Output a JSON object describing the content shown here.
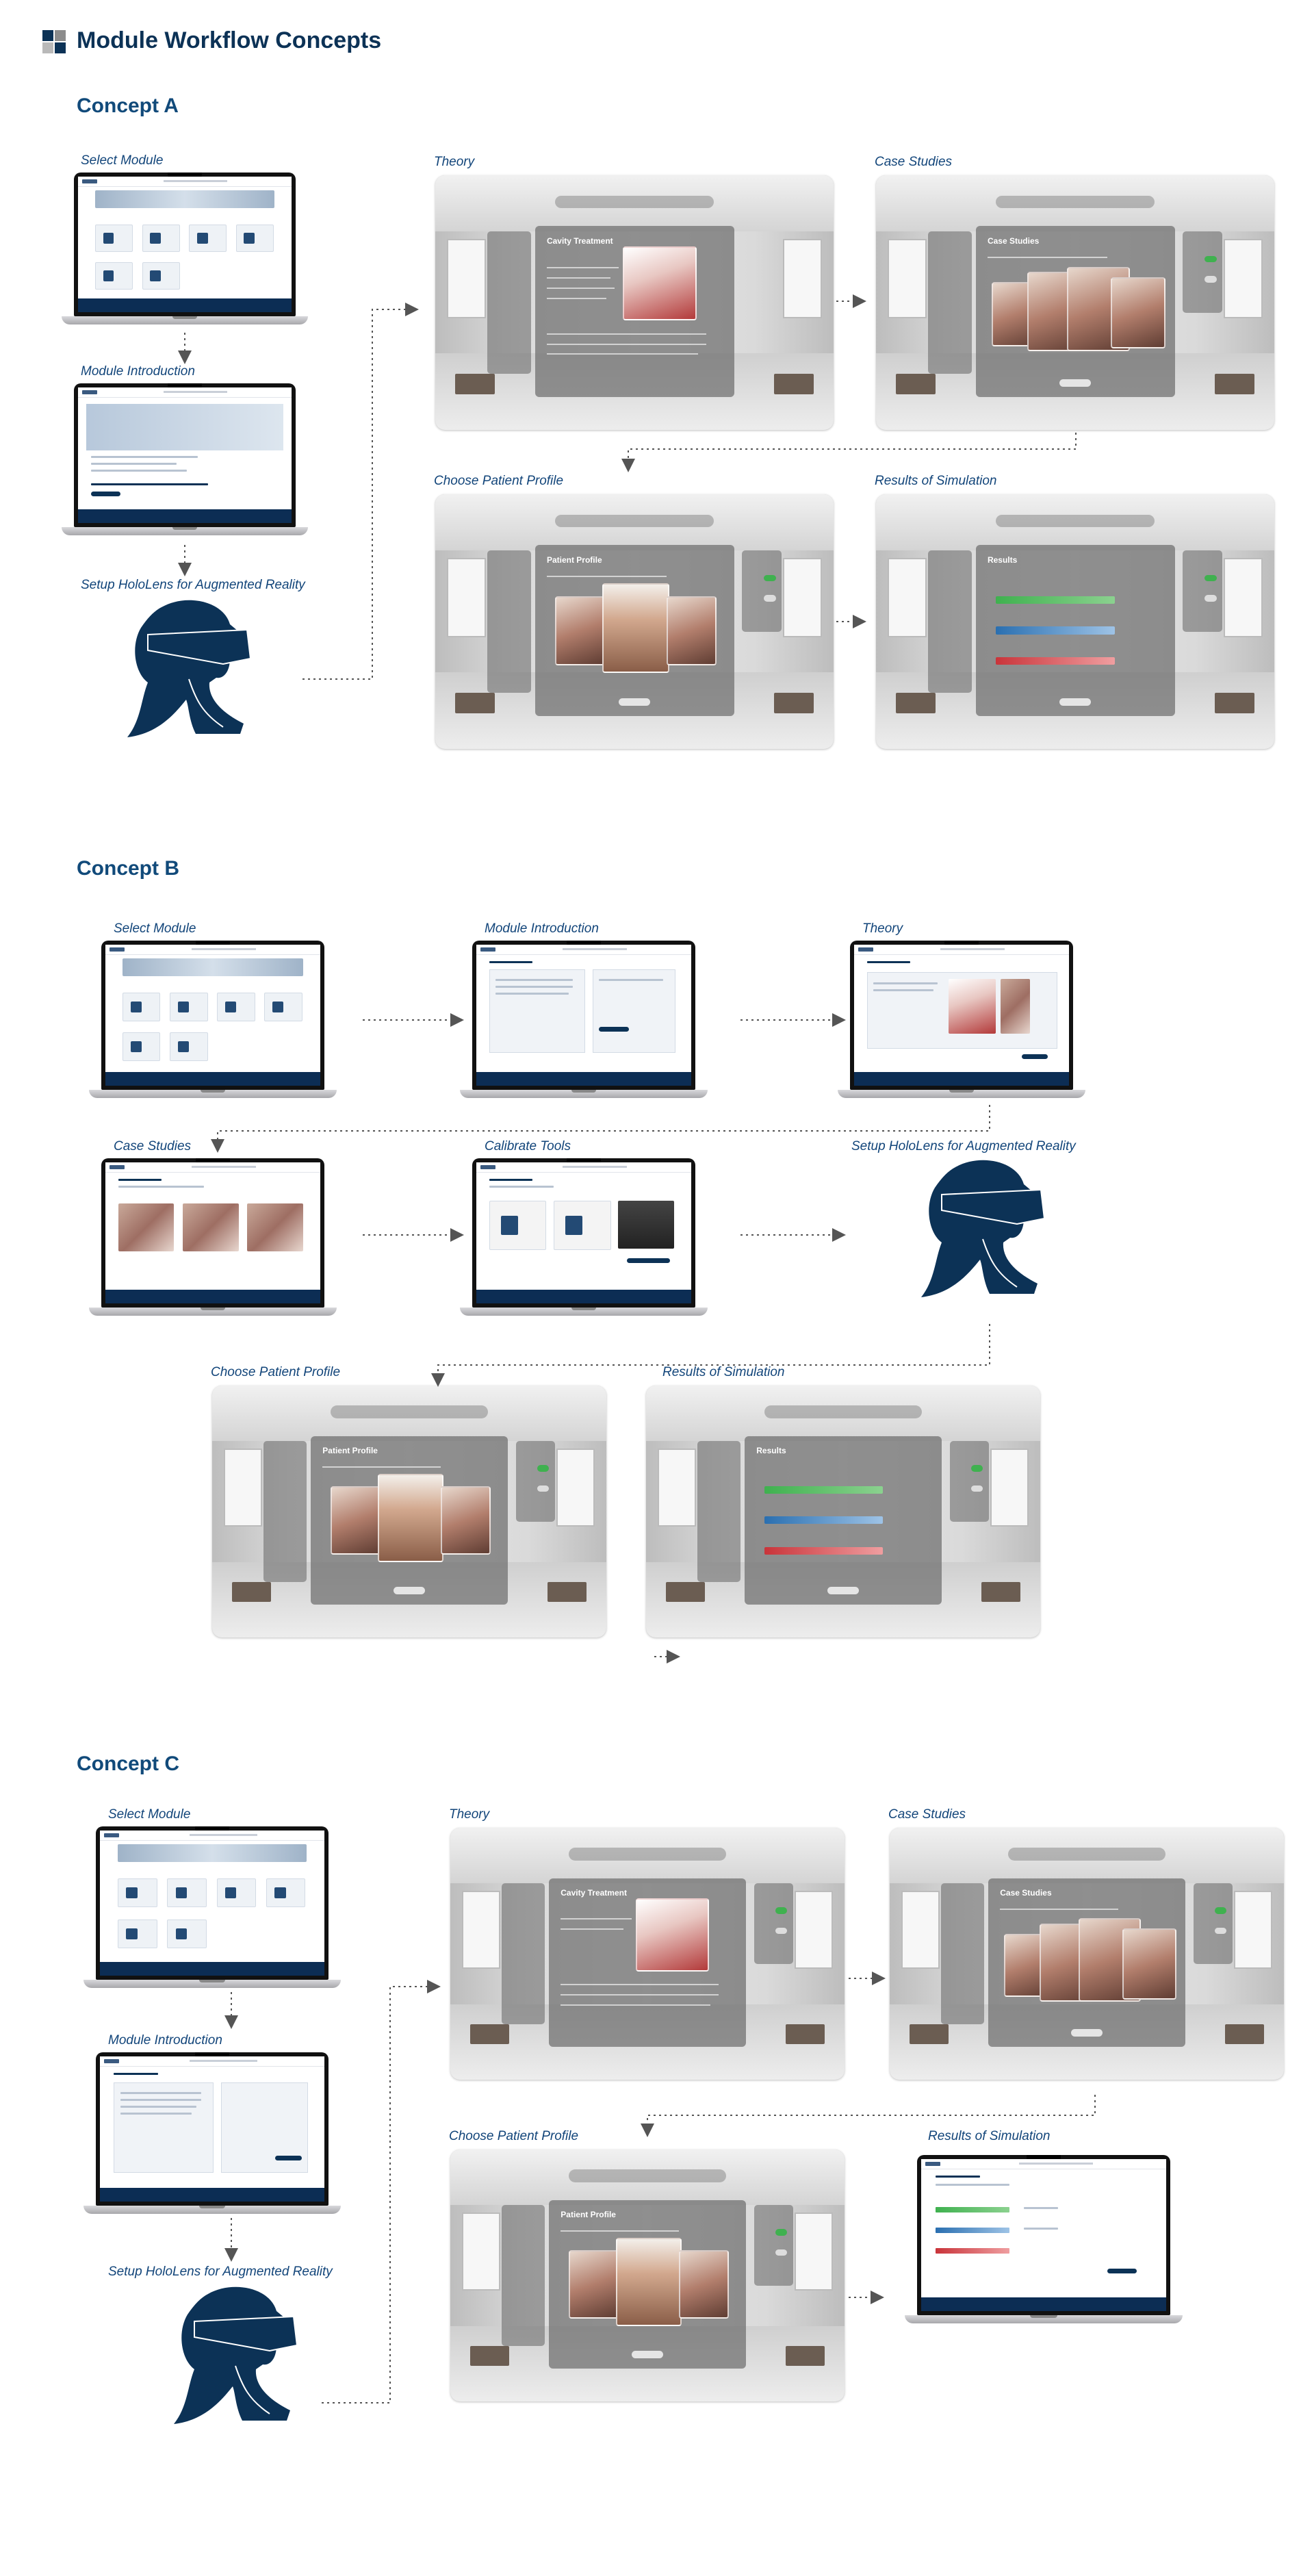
{
  "page": {
    "title": "Module Workflow Concepts"
  },
  "brand": {
    "primary": "#0c3256",
    "accent": "#12457a",
    "logo_colors": [
      "#0c3256",
      "#8c8c8c",
      "#0c3256",
      "#b9b9b9"
    ]
  },
  "concepts": [
    {
      "title": "Concept A",
      "steps": {
        "select_module": "Select Module",
        "module_introduction": "Module Introduction",
        "setup_hololens": "Setup HoloLens for Augmented Reality",
        "theory": "Theory",
        "case_studies": "Case Studies",
        "choose_patient_profile": "Choose Patient Profile",
        "results_of_simulation": "Results of Simulation"
      }
    },
    {
      "title": "Concept B",
      "steps": {
        "select_module": "Select Module",
        "module_introduction": "Module Introduction",
        "theory": "Theory",
        "case_studies": "Case Studies",
        "calibrate_tools": "Calibrate Tools",
        "setup_hololens": "Setup HoloLens for Augmented Reality",
        "choose_patient_profile": "Choose Patient Profile",
        "results_of_simulation": "Results of Simulation"
      }
    },
    {
      "title": "Concept C",
      "steps": {
        "select_module": "Select Module",
        "module_introduction": "Module Introduction",
        "setup_hololens": "Setup HoloLens for Augmented Reality",
        "theory": "Theory",
        "case_studies": "Case Studies",
        "choose_patient_profile": "Choose Patient Profile",
        "results_of_simulation": "Results of Simulation"
      }
    }
  ],
  "vr_panels": {
    "theory_title": "Cavity Treatment",
    "case_studies_title": "Case Studies",
    "patient_profile_title": "Patient Profile",
    "results_title": "Results"
  }
}
